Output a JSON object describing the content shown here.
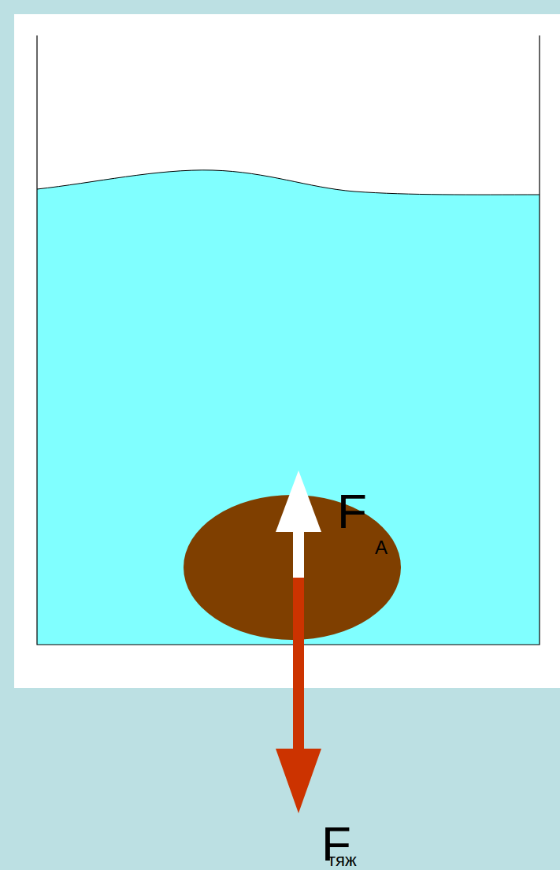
{
  "diagram": {
    "labels": [
      "F",
      "A",
      "F",
      "тяж"
    ]
  }
}
